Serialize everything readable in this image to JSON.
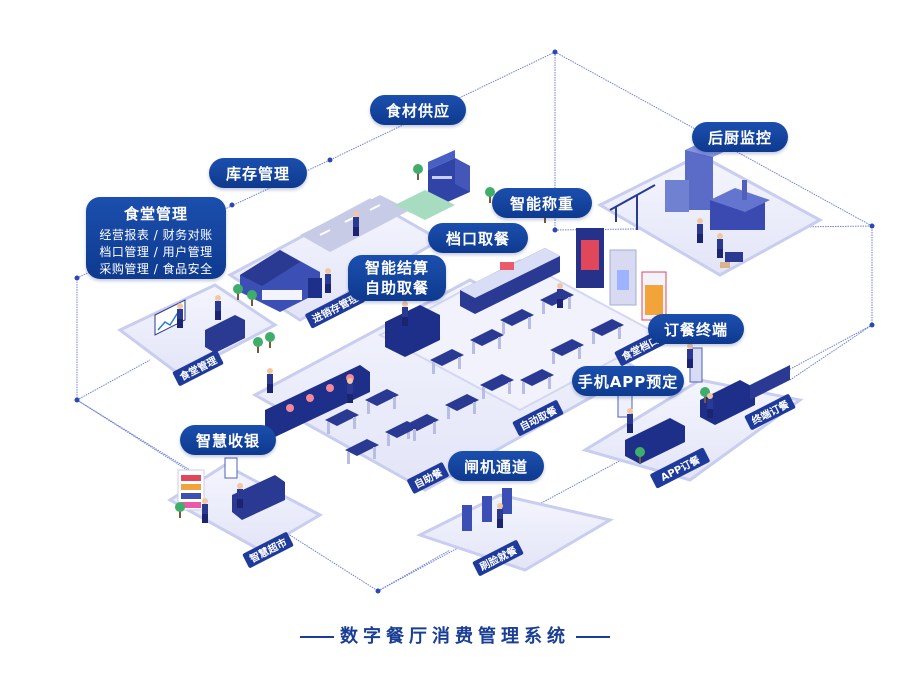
{
  "title": "数字餐厅消费管理系统",
  "colors": {
    "brand": "#1a3e94",
    "pill_top": "#1b4fae",
    "pill_bottom": "#0e3a8f",
    "platform": "#eceefa",
    "platform_edge": "#c9cdef",
    "wire": "#6f7fd6",
    "accent_green": "#3fae6a",
    "accent_orange": "#f2a33a",
    "accent_red": "#e0475b"
  },
  "callouts": {
    "canteen_mgmt": {
      "title": "食堂管理",
      "lines": [
        "经营报表 / 财务对账",
        "档口管理 / 用户管理",
        "采购管理 / 食品安全"
      ]
    },
    "inventory": "库存管理",
    "food_supply": "食材供应",
    "smart_weighing": "智能称重",
    "stall_pickup": "档口取餐",
    "smart_checkout": [
      "智能结算",
      "自助取餐"
    ],
    "kitchen_monitor": "后厨监控",
    "order_terminal": "订餐终端",
    "mobile_app": "手机APP预定",
    "smart_cashier": "智慧收银",
    "gate_channel": "闸机通道"
  },
  "platform_labels": {
    "canteen_mgmt": "食堂管理",
    "inventory": "进销存管理",
    "self_service": "自助餐",
    "auto_pickup": "自动取餐",
    "stall": "食堂档口",
    "app_order": "APP订餐",
    "terminal_order": "终端订餐",
    "smart_market": "智慧超市",
    "face_dining": "刷脸就餐"
  },
  "icons": {
    "chart_board": "line-chart-board-icon",
    "warehouse": "warehouse-icon",
    "house": "house-icon",
    "factory": "factory-icon",
    "crane": "crane-icon",
    "forklift": "forklift-icon",
    "kiosk": "kiosk-icon",
    "vending": "vending-machine-icon",
    "turnstile": "turnstile-gate-icon",
    "shelf": "shelf-icon",
    "table": "dining-table-icon",
    "person": "person-icon",
    "tree": "tree-icon",
    "node": "network-node-icon"
  }
}
